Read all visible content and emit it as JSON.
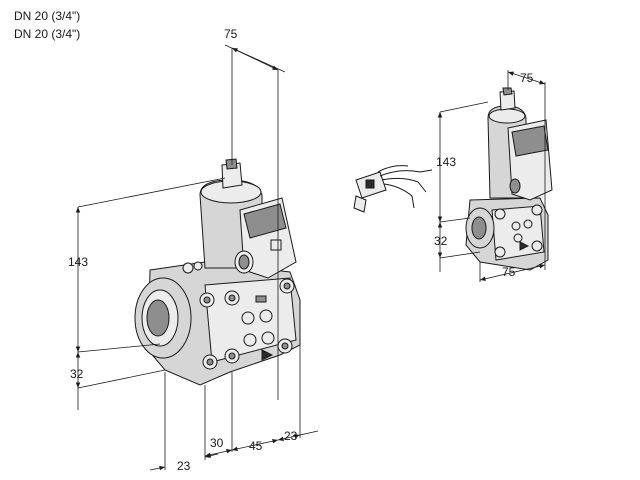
{
  "header": {
    "line1": "DN 20 (3/4\")",
    "line2": "DN 20 (3/4\")"
  },
  "dimensions": {
    "large_top_width": "75",
    "large_height": "143",
    "large_lower_height": "32",
    "large_front_23": "23",
    "large_front_30": "30",
    "large_front_45": "45",
    "large_side_23": "23",
    "small_top_width": "75",
    "small_height": "143",
    "small_lower_height": "32",
    "small_bottom_width": "75"
  }
}
